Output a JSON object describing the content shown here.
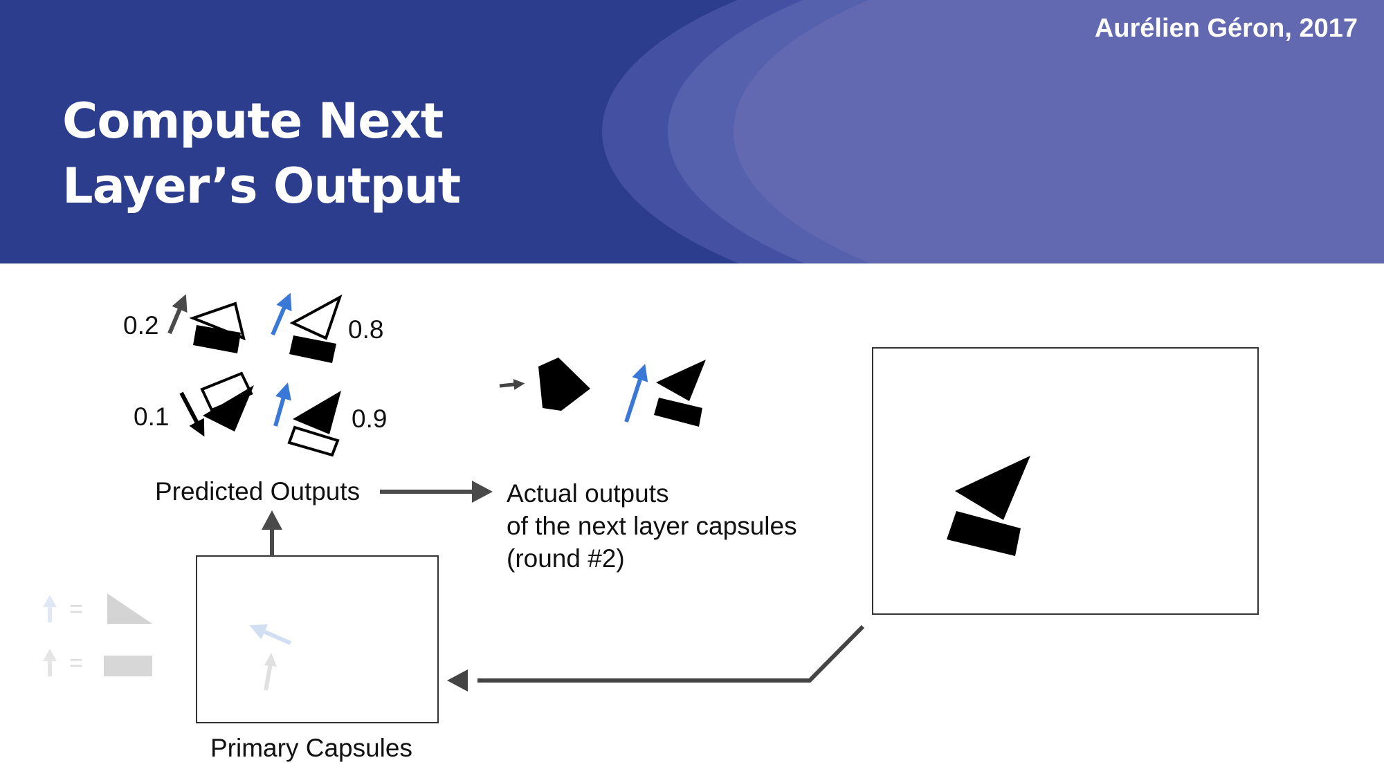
{
  "header": {
    "author": "Aurélien Géron, 2017",
    "title": "Compute Next\nLayer’s Output",
    "background_color": "#2d3d8e"
  },
  "predicted": {
    "weights": [
      "0.2",
      "0.8",
      "0.1",
      "0.9"
    ],
    "label": "Predicted Outputs"
  },
  "actual": {
    "line1": "Actual outputs",
    "line2": "of the next layer capsules",
    "line3": "(round #2)"
  },
  "primary": {
    "label": "Primary Capsules"
  },
  "legend": {
    "equals": "="
  },
  "colors": {
    "blue_arrow": "#3a78d8",
    "gray_arrow": "#4a4a4a",
    "black": "#000000",
    "faded_legend": "#d0d0d0",
    "faded_arrow": "#c8d7f0"
  }
}
